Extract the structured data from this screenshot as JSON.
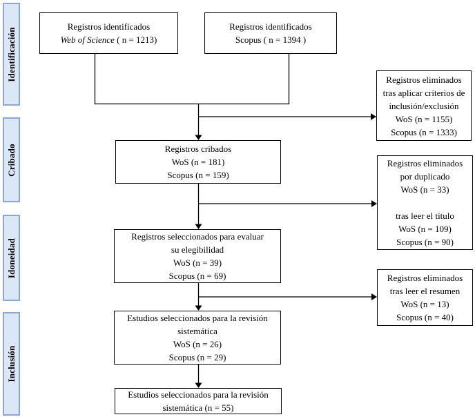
{
  "phases": [
    {
      "label": "Identificación"
    },
    {
      "label": "Cribado"
    },
    {
      "label": "Idoneidad"
    },
    {
      "label": "Inclusión"
    }
  ],
  "boxes": {
    "wos_identified": {
      "line1": "Registros identificados",
      "line2_italic": "Web of Science",
      "line2_rest": " ( n = 1213)"
    },
    "scopus_identified": {
      "lines": [
        "Registros identificados",
        "Scopus ( n = 1394 )"
      ]
    },
    "excluded_criteria": {
      "lines": [
        "Registros eliminados",
        "tras aplicar criterios de",
        "inclusión/exclusión",
        "WoS (n = 1155)",
        "Scopus (n = 1333)"
      ]
    },
    "screened": {
      "lines": [
        "Registros cribados",
        "WoS (n = 181)",
        "Scopus (n = 159)"
      ]
    },
    "excluded_duplicates_title": {
      "lines": [
        "Registros eliminados",
        "por duplicado",
        "WoS (n = 33)",
        "",
        "tras leer el titulo",
        "WoS (n = 109)",
        "Scopus (n = 90)"
      ]
    },
    "eligibility": {
      "lines": [
        "Registros seleccionados para evaluar",
        "su elegibilidad",
        "WoS (n = 39)",
        "Scopus (n = 69)"
      ]
    },
    "excluded_abstract": {
      "lines": [
        "Registros eliminados",
        "tras leer el resumen",
        "WoS (n = 13)",
        "Scopus (n = 40)"
      ]
    },
    "included_by_source": {
      "lines": [
        "Estudios seleccionados para la revisión",
        "sistemática",
        "WoS (n = 26)",
        "Scopus (n = 29)"
      ]
    },
    "included_total": {
      "lines": [
        "Estudios seleccionados para la revisión",
        "sistemática (n = 55)"
      ]
    }
  },
  "colors": {
    "phase_fill": "#dbe7f5",
    "phase_border": "#8aa7d3",
    "box_border": "#000000",
    "arrow": "#000000",
    "background": "#ffffff"
  }
}
